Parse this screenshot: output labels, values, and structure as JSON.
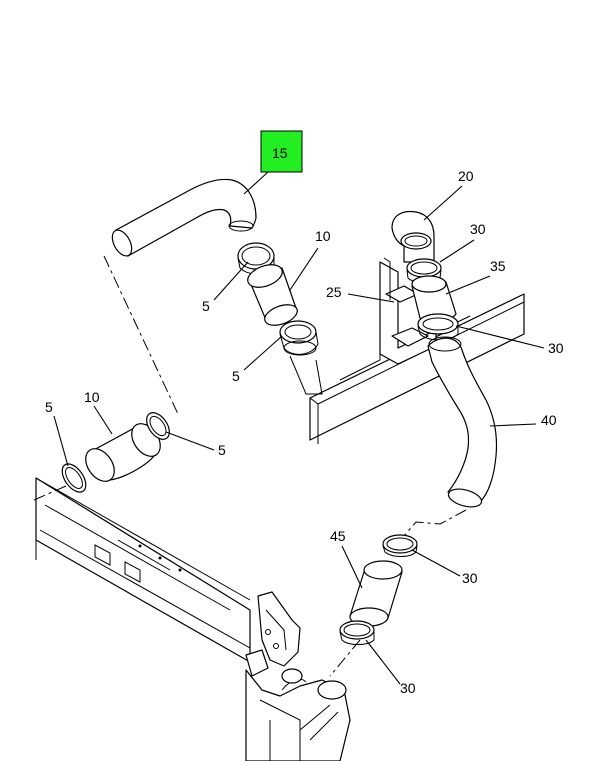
{
  "highlight_color": "#22ee22",
  "callouts": [
    {
      "id": "c15",
      "text": "15"
    },
    {
      "id": "c20",
      "text": "20"
    },
    {
      "id": "c10a",
      "text": "10"
    },
    {
      "id": "c30a",
      "text": "30"
    },
    {
      "id": "c35",
      "text": "35"
    },
    {
      "id": "c25",
      "text": "25"
    },
    {
      "id": "c5a",
      "text": "5"
    },
    {
      "id": "c30b",
      "text": "30"
    },
    {
      "id": "c5b",
      "text": "5"
    },
    {
      "id": "c10b",
      "text": "10"
    },
    {
      "id": "c5c",
      "text": "5"
    },
    {
      "id": "c40",
      "text": "40"
    },
    {
      "id": "c5d",
      "text": "5"
    },
    {
      "id": "c45",
      "text": "45"
    },
    {
      "id": "c30c",
      "text": "30"
    },
    {
      "id": "c30d",
      "text": "30"
    }
  ]
}
